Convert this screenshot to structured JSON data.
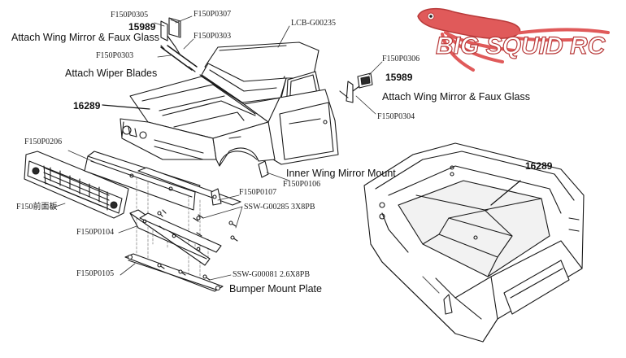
{
  "labels": {
    "f150p0305": "F150P0305",
    "f150p0307": "F150P0307",
    "lcb_g00235": "LCB-G00235",
    "attach_mirror_left": "Attach Wing Mirror & Faux Glass",
    "num_15989_left": "15989",
    "f150p0303_top": "F150P0303",
    "f150p0303_mid": "F150P0303",
    "attach_wipers": "Attach Wiper Blades",
    "num_16289_body": "16289",
    "f150p0306": "F150P0306",
    "num_15989_right": "15989",
    "attach_mirror_right": "Attach Wing Mirror & Faux Glass",
    "f150p0304": "F150P0304",
    "f150p0206": "F150P0206",
    "inner_mirror_mount": "Inner Wing Mirror Mount",
    "f150p0106": "F150P0106",
    "num_16289_bed": "16289",
    "f150_grille": "F150前面板",
    "f150p0107": "F150P0107",
    "ssw_g00285": "SSW-G00285 3X8PB",
    "f150p0104": "F150P0104",
    "f150p0105": "F150P0105",
    "ssw_g00081": "SSW-G00081 2.6X8PB",
    "bumper_plate": "Bumper Mount Plate"
  },
  "watermark": {
    "text": "BIG SQUID RC",
    "mascot_color": "#e05a5a",
    "text_color": "#ffffff",
    "outline_color": "#b83a3a"
  },
  "colors": {
    "line": "#1a1a1a",
    "light_line": "#555555",
    "shade": "#e6e6e6",
    "dark_fill": "#2a2a2a"
  }
}
